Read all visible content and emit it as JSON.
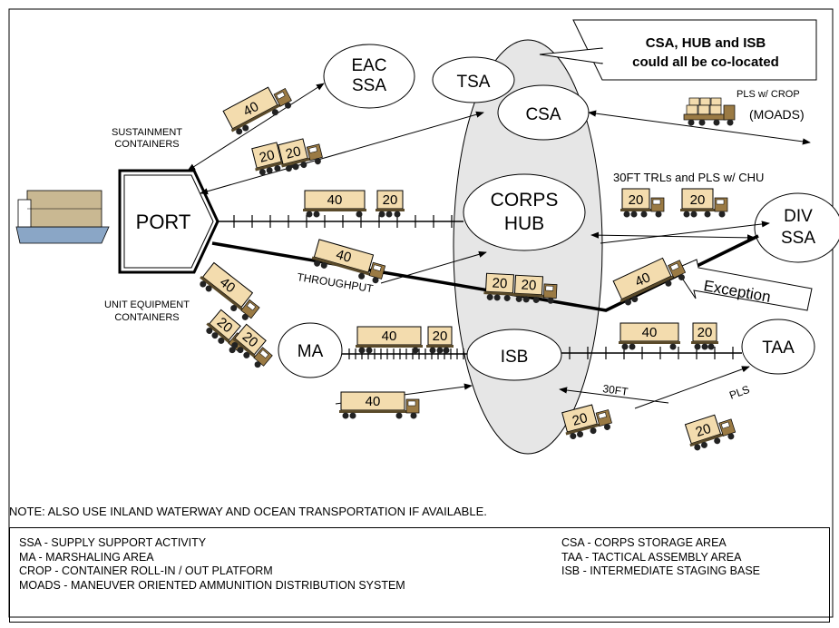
{
  "nodes": {
    "eac_ssa_line1": "EAC",
    "eac_ssa_line2": "SSA",
    "tsa": "TSA",
    "csa": "CSA",
    "corps_hub_line1": "CORPS",
    "corps_hub_line2": "HUB",
    "div_ssa_line1": "DIV",
    "div_ssa_line2": "SSA",
    "isb": "ISB",
    "ma": "MA",
    "taa": "TAA",
    "port": "PORT"
  },
  "callout": {
    "line1": "CSA, HUB and ISB",
    "line2": "could all be co-located"
  },
  "labels": {
    "sustainment_line1": "SUSTAINMENT",
    "sustainment_line2": "CONTAINERS",
    "unit_equipment_line1": "UNIT EQUIPMENT",
    "unit_equipment_line2": "CONTAINERS",
    "throughput": "THROUGHPUT",
    "pls_crop": "PLS w/ CROP",
    "moads": "(MOADS)",
    "trls_pls_chu": "30FT TRLs and PLS w/ CHU",
    "exception": "Exception",
    "thirty_ft": "30FT",
    "pls": "PLS"
  },
  "container_sizes": {
    "c40": "40",
    "c20": "20"
  },
  "note": "NOTE:  ALSO USE INLAND WATERWAY AND OCEAN TRANSPORTATION IF AVAILABLE.",
  "legend": {
    "left": [
      "SSA - SUPPLY SUPPORT  ACTIVITY",
      "MA - MARSHALING AREA",
      "CROP - CONTAINER ROLL-IN / OUT PLATFORM",
      "MOADS - MANEUVER ORIENTED AMMUNITION  DISTRIBUTION SYSTEM"
    ],
    "right": [
      "CSA - CORPS STORAGE AREA",
      "TAA - TACTICAL ASSEMBLY AREA",
      "ISB - INTERMEDIATE STAGING BASE"
    ]
  },
  "colors": {
    "container_fill": "#f3dcae",
    "colocation_fill": "#e6e6e6",
    "ship_hull": "#8aa6c6"
  }
}
